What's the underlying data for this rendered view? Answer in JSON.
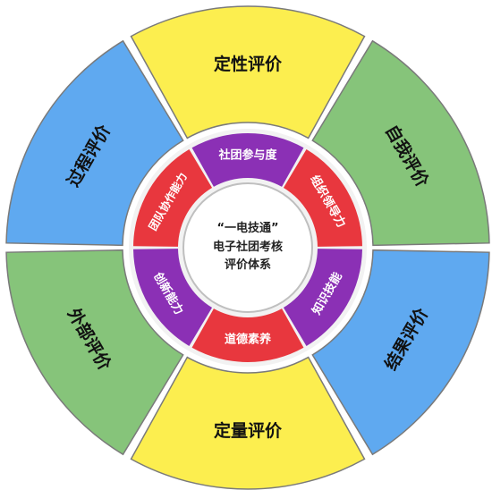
{
  "title_lines": [
    "“一电技通”",
    "电子社团考核",
    "评价体系"
  ],
  "outer_segments": [
    {
      "label": "定性评价",
      "color": "#fcee4f"
    },
    {
      "label": "自我评价",
      "color": "#86c47a"
    },
    {
      "label": "结果评价",
      "color": "#5fa9f0"
    },
    {
      "label": "定量评价",
      "color": "#fcee4f"
    },
    {
      "label": "外部评价",
      "color": "#86c47a"
    },
    {
      "label": "过程评价",
      "color": "#5fa9f0"
    }
  ],
  "inner_segments": [
    {
      "label": "社团参与度",
      "color": "#8b30b5"
    },
    {
      "label": "组织领导力",
      "color": "#e8373e"
    },
    {
      "label": "知识技能",
      "color": "#8b30b5"
    },
    {
      "label": "道德素养",
      "color": "#e8373e"
    },
    {
      "label": "创新能力",
      "color": "#8b30b5"
    },
    {
      "label": "团队协作能力",
      "color": "#e8373e"
    }
  ],
  "ring_colors": {
    "outline": "#7a7a7a",
    "inner_ring": "#f2f2f2",
    "gap": "#ffffff"
  }
}
